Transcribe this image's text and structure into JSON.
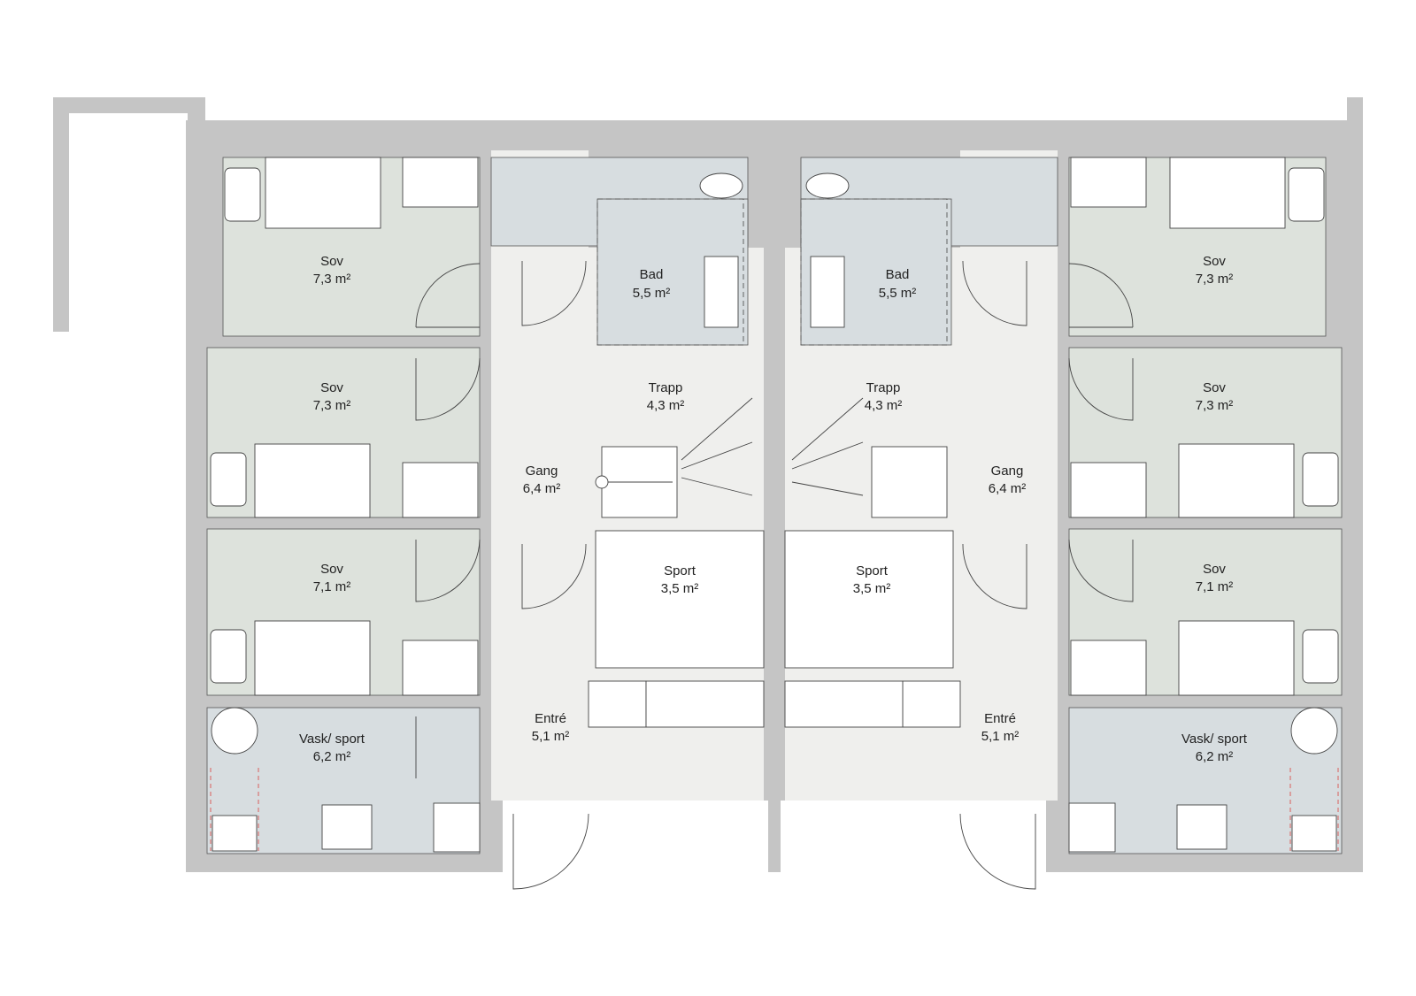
{
  "rooms": {
    "sov_l1": {
      "name": "Sov",
      "area": "7,3 m²"
    },
    "sov_l2": {
      "name": "Sov",
      "area": "7,3 m²"
    },
    "sov_l3": {
      "name": "Sov",
      "area": "7,1 m²"
    },
    "vask_l": {
      "name": "Vask/ sport",
      "area": "6,2 m²"
    },
    "bad_l": {
      "name": "Bad",
      "area": "5,5 m²"
    },
    "trapp_l": {
      "name": "Trapp",
      "area": "4,3 m²"
    },
    "gang_l": {
      "name": "Gang",
      "area": "6,4 m²"
    },
    "sport_l": {
      "name": "Sport",
      "area": "3,5 m²"
    },
    "entre_l": {
      "name": "Entré",
      "area": "5,1 m²"
    },
    "bad_r": {
      "name": "Bad",
      "area": "5,5 m²"
    },
    "trapp_r": {
      "name": "Trapp",
      "area": "4,3 m²"
    },
    "gang_r": {
      "name": "Gang",
      "area": "6,4 m²"
    },
    "sport_r": {
      "name": "Sport",
      "area": "3,5 m²"
    },
    "entre_r": {
      "name": "Entré",
      "area": "5,1 m²"
    },
    "sov_r1": {
      "name": "Sov",
      "area": "7,3 m²"
    },
    "sov_r2": {
      "name": "Sov",
      "area": "7,3 m²"
    },
    "sov_r3": {
      "name": "Sov",
      "area": "7,1 m²"
    },
    "vask_r": {
      "name": "Vask/ sport",
      "area": "6,2 m²"
    }
  },
  "colors": {
    "wall": "#c5c5c5",
    "bedroom": "#dde2dc",
    "wet_room": "#d7dde0",
    "hall": "#efefed"
  }
}
